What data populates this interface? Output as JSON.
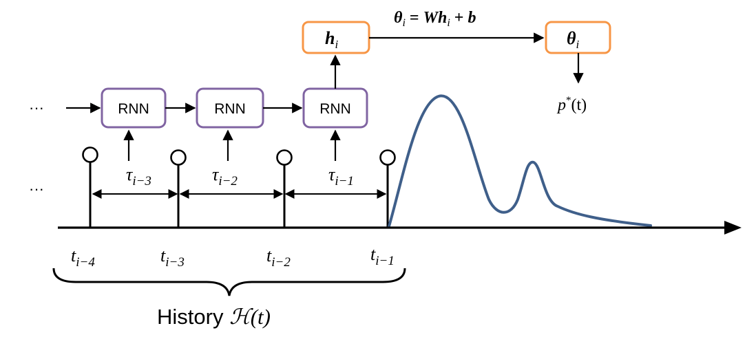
{
  "ellipsis_top": "···",
  "ellipsis_bottom": "···",
  "rnn_boxes": [
    {
      "label": "RNN"
    },
    {
      "label": "RNN"
    },
    {
      "label": "RNN"
    }
  ],
  "hidden_state": {
    "base": "h",
    "sub": "i"
  },
  "output_param": {
    "base": "θ",
    "sub": "i"
  },
  "equation": {
    "lhs_base": "θ",
    "lhs_sub": "i",
    "eq": " = ",
    "w": "W",
    "h_base": "h",
    "h_sub": "i",
    "plus": " + ",
    "b": "b"
  },
  "density": {
    "label": "p",
    "sup": "*",
    "arg": "(t)"
  },
  "intervals": [
    {
      "base": "τ",
      "sub": "i−3"
    },
    {
      "base": "τ",
      "sub": "i−2"
    },
    {
      "base": "τ",
      "sub": "i−1"
    }
  ],
  "timestamps": [
    {
      "base": "t",
      "sub": "i−4"
    },
    {
      "base": "t",
      "sub": "i−3"
    },
    {
      "base": "t",
      "sub": "i−2"
    },
    {
      "base": "t",
      "sub": "i−1"
    }
  ],
  "history": {
    "word": "History ",
    "symbol": "ℋ",
    "arg": "(t)"
  },
  "colors": {
    "rnn_border": "#8064A2",
    "param_border": "#F79646",
    "curve": "#3F5F8A",
    "line": "#000000"
  }
}
